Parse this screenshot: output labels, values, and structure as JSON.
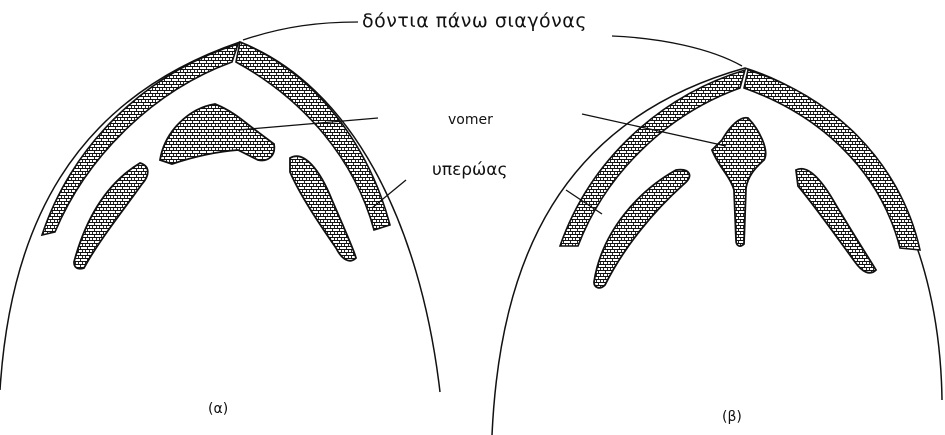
{
  "labels": {
    "upper_jaw_teeth": "δόντια πάνω σιαγόνας",
    "vomer": "vomer",
    "palatine": "υπερώας"
  },
  "captions": {
    "a": "(α)",
    "b": "(β)"
  },
  "colors": {
    "ink": "#111111",
    "paper": "#ffffff"
  }
}
